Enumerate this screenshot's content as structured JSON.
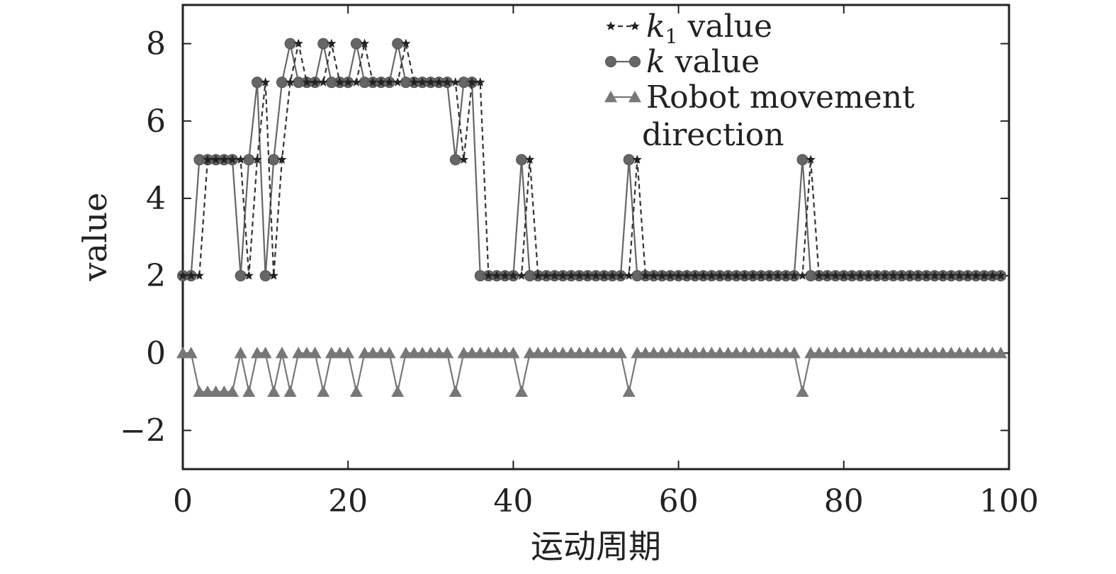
{
  "chart_data": {
    "type": "line",
    "xlabel": "运动周期",
    "ylabel": "value",
    "xlim": [
      0,
      100
    ],
    "ylim": [
      -3,
      9
    ],
    "xticks": [
      0,
      20,
      40,
      60,
      80,
      100
    ],
    "xtick_labels": [
      "0",
      "20",
      "40",
      "60",
      "80",
      "100"
    ],
    "yticks": [
      -2,
      0,
      2,
      4,
      6,
      8
    ],
    "ytick_labels": [
      "−2",
      "0",
      "2",
      "4",
      "6",
      "8"
    ],
    "grid": false,
    "legend_position": "top-right",
    "series": [
      {
        "name": "k1 value",
        "legend_main": "k",
        "legend_sub": "1",
        "legend_rest": " value",
        "marker": "star",
        "style": "dashed",
        "color": "#333333",
        "x": [
          0,
          1,
          2,
          3,
          4,
          5,
          6,
          7,
          8,
          9,
          10,
          11,
          12,
          13,
          14,
          15,
          16,
          17,
          18,
          19,
          20,
          21,
          22,
          23,
          24,
          25,
          26,
          27,
          28,
          29,
          30,
          31,
          32,
          33,
          34,
          35,
          36,
          37,
          38,
          39,
          40,
          41,
          42,
          43,
          44,
          45,
          46,
          47,
          48,
          49,
          50,
          51,
          52,
          53,
          54,
          55,
          56,
          57,
          58,
          59,
          60,
          61,
          62,
          63,
          64,
          65,
          66,
          67,
          68,
          69,
          70,
          71,
          72,
          73,
          74,
          75,
          76,
          77,
          78,
          79,
          80,
          81,
          82,
          83,
          84,
          85,
          86,
          87,
          88,
          89,
          90,
          91,
          92,
          93,
          94,
          95,
          96,
          97,
          98,
          99
        ],
        "y": [
          2,
          2,
          2,
          5,
          5,
          5,
          5,
          5,
          2,
          5,
          7,
          2,
          5,
          7,
          8,
          7,
          7,
          7,
          8,
          7,
          7,
          7,
          8,
          7,
          7,
          7,
          7,
          8,
          7,
          7,
          7,
          7,
          7,
          7,
          5,
          7,
          7,
          2,
          2,
          2,
          2,
          2,
          5,
          2,
          2,
          2,
          2,
          2,
          2,
          2,
          2,
          2,
          2,
          2,
          2,
          5,
          2,
          2,
          2,
          2,
          2,
          2,
          2,
          2,
          2,
          2,
          2,
          2,
          2,
          2,
          2,
          2,
          2,
          2,
          2,
          2,
          5,
          2,
          2,
          2,
          2,
          2,
          2,
          2,
          2,
          2,
          2,
          2,
          2,
          2,
          2,
          2,
          2,
          2,
          2,
          2,
          2,
          2,
          2,
          2
        ]
      },
      {
        "name": "k value",
        "legend_main": "k",
        "legend_sub": "",
        "legend_rest": " value",
        "marker": "circle",
        "style": "solid",
        "color": "#666666",
        "x": [
          0,
          1,
          2,
          3,
          4,
          5,
          6,
          7,
          8,
          9,
          10,
          11,
          12,
          13,
          14,
          15,
          16,
          17,
          18,
          19,
          20,
          21,
          22,
          23,
          24,
          25,
          26,
          27,
          28,
          29,
          30,
          31,
          32,
          33,
          34,
          35,
          36,
          37,
          38,
          39,
          40,
          41,
          42,
          43,
          44,
          45,
          46,
          47,
          48,
          49,
          50,
          51,
          52,
          53,
          54,
          55,
          56,
          57,
          58,
          59,
          60,
          61,
          62,
          63,
          64,
          65,
          66,
          67,
          68,
          69,
          70,
          71,
          72,
          73,
          74,
          75,
          76,
          77,
          78,
          79,
          80,
          81,
          82,
          83,
          84,
          85,
          86,
          87,
          88,
          89,
          90,
          91,
          92,
          93,
          94,
          95,
          96,
          97,
          98,
          99
        ],
        "y": [
          2,
          2,
          5,
          5,
          5,
          5,
          5,
          2,
          5,
          7,
          2,
          5,
          7,
          8,
          7,
          7,
          7,
          8,
          7,
          7,
          7,
          8,
          7,
          7,
          7,
          7,
          8,
          7,
          7,
          7,
          7,
          7,
          7,
          5,
          7,
          7,
          2,
          2,
          2,
          2,
          2,
          5,
          2,
          2,
          2,
          2,
          2,
          2,
          2,
          2,
          2,
          2,
          2,
          2,
          5,
          2,
          2,
          2,
          2,
          2,
          2,
          2,
          2,
          2,
          2,
          2,
          2,
          2,
          2,
          2,
          2,
          2,
          2,
          2,
          2,
          5,
          2,
          2,
          2,
          2,
          2,
          2,
          2,
          2,
          2,
          2,
          2,
          2,
          2,
          2,
          2,
          2,
          2,
          2,
          2,
          2,
          2,
          2,
          2,
          2
        ]
      },
      {
        "name": "Robot movement direction",
        "legend_main": "Robot movement",
        "legend_sub": "",
        "legend_rest": "",
        "legend_line2": "direction",
        "marker": "triangle",
        "style": "solid",
        "color": "#777777",
        "x": [
          0,
          1,
          2,
          3,
          4,
          5,
          6,
          7,
          8,
          9,
          10,
          11,
          12,
          13,
          14,
          15,
          16,
          17,
          18,
          19,
          20,
          21,
          22,
          23,
          24,
          25,
          26,
          27,
          28,
          29,
          30,
          31,
          32,
          33,
          34,
          35,
          36,
          37,
          38,
          39,
          40,
          41,
          42,
          43,
          44,
          45,
          46,
          47,
          48,
          49,
          50,
          51,
          52,
          53,
          54,
          55,
          56,
          57,
          58,
          59,
          60,
          61,
          62,
          63,
          64,
          65,
          66,
          67,
          68,
          69,
          70,
          71,
          72,
          73,
          74,
          75,
          76,
          77,
          78,
          79,
          80,
          81,
          82,
          83,
          84,
          85,
          86,
          87,
          88,
          89,
          90,
          91,
          92,
          93,
          94,
          95,
          96,
          97,
          98,
          99
        ],
        "y": [
          0,
          0,
          -1,
          -1,
          -1,
          -1,
          -1,
          0,
          -1,
          0,
          0,
          -1,
          0,
          -1,
          0,
          0,
          0,
          -1,
          0,
          0,
          0,
          -1,
          0,
          0,
          0,
          0,
          -1,
          0,
          0,
          0,
          0,
          0,
          0,
          -1,
          0,
          0,
          0,
          0,
          0,
          0,
          0,
          -1,
          0,
          0,
          0,
          0,
          0,
          0,
          0,
          0,
          0,
          0,
          0,
          0,
          -1,
          0,
          0,
          0,
          0,
          0,
          0,
          0,
          0,
          0,
          0,
          0,
          0,
          0,
          0,
          0,
          0,
          0,
          0,
          0,
          0,
          -1,
          0,
          0,
          0,
          0,
          0,
          0,
          0,
          0,
          0,
          0,
          0,
          0,
          0,
          0,
          0,
          0,
          0,
          0,
          0,
          0,
          0,
          0,
          0,
          0
        ]
      }
    ]
  }
}
